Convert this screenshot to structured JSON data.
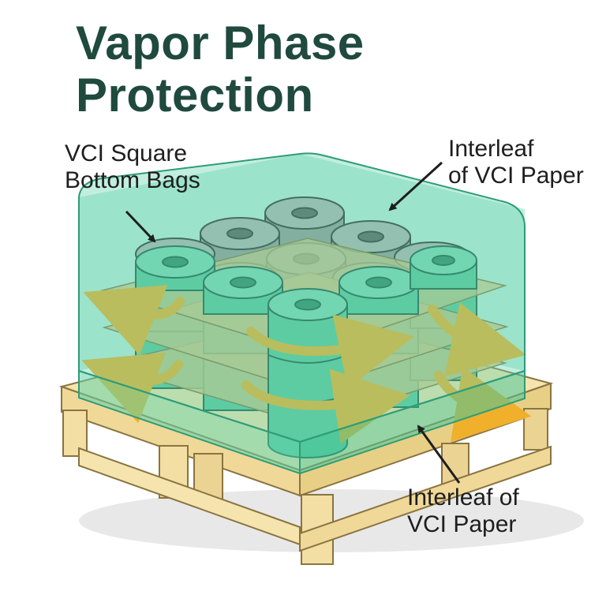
{
  "title": {
    "line1": "Vapor Phase",
    "line2": "Protection"
  },
  "labels": {
    "vci_bags": {
      "line1": "VCI Square",
      "line2": "Bottom Bags"
    },
    "interleaf_top": {
      "line1": "Interleaf",
      "line2": "of VCI Paper"
    },
    "interleaf_bottom": {
      "line1": "Interleaf of",
      "line2": "VCI Paper"
    }
  },
  "colors": {
    "title": "#1f4a3d",
    "bag_green": "#5fd3ad",
    "roll_teal": "#59c79a",
    "roll_gray": "#8f8f8f",
    "paper": "#d4c285",
    "arrow": "#f0b02c",
    "pallet_wood": "#f3dfa4"
  }
}
